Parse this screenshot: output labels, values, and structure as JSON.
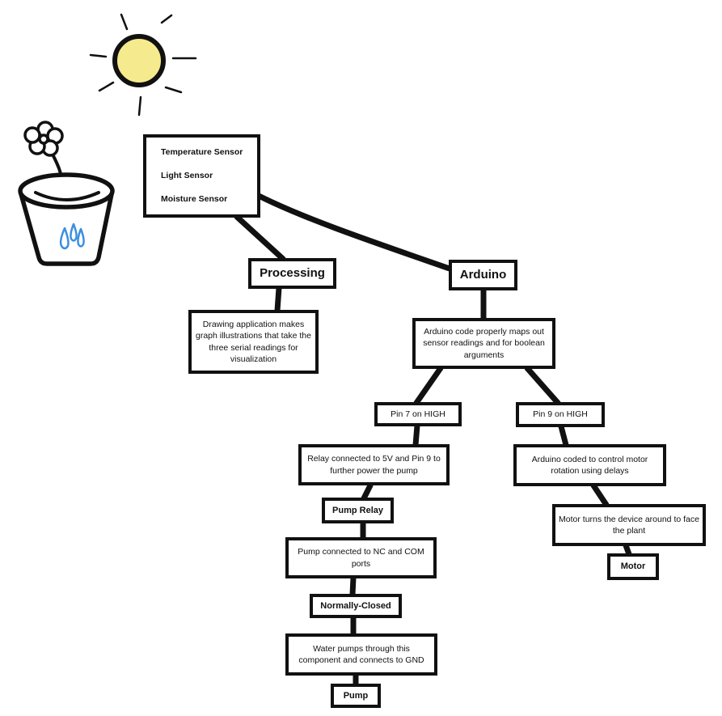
{
  "colors": {
    "stroke": "#111111",
    "sun_fill": "#f6ea8e",
    "water_drops": "#3b8fe0",
    "background": "#ffffff"
  },
  "icons": {
    "sun": "sun-icon",
    "flower_pot": "flower-pot-icon"
  },
  "nodes": {
    "sensors": {
      "temperature": "Temperature Sensor",
      "light": "Light Sensor",
      "moisture": "Moisture Sensor"
    },
    "processing": "Processing",
    "arduino": "Arduino",
    "drawing": "Drawing application makes graph illustrations that take the three serial readings for visualization",
    "arduino_code": "Arduino code properly maps out sensor readings and for boolean arguments",
    "pin7": "Pin 7 on HIGH",
    "pin9": "Pin 9 on HIGH",
    "relay_connected": "Relay connected to 5V  and Pin 9 to further power the pump",
    "motor_code": "Arduino coded to control motor rotation using delays",
    "pump_relay": "Pump Relay",
    "motor_turns": "Motor turns the device around to face the plant",
    "pump_connected": "Pump connected to NC and COM ports",
    "motor": "Motor",
    "normally_closed": "Normally-Closed",
    "water_pumps": "Water pumps through this component and connects to GND",
    "pump": "Pump"
  }
}
